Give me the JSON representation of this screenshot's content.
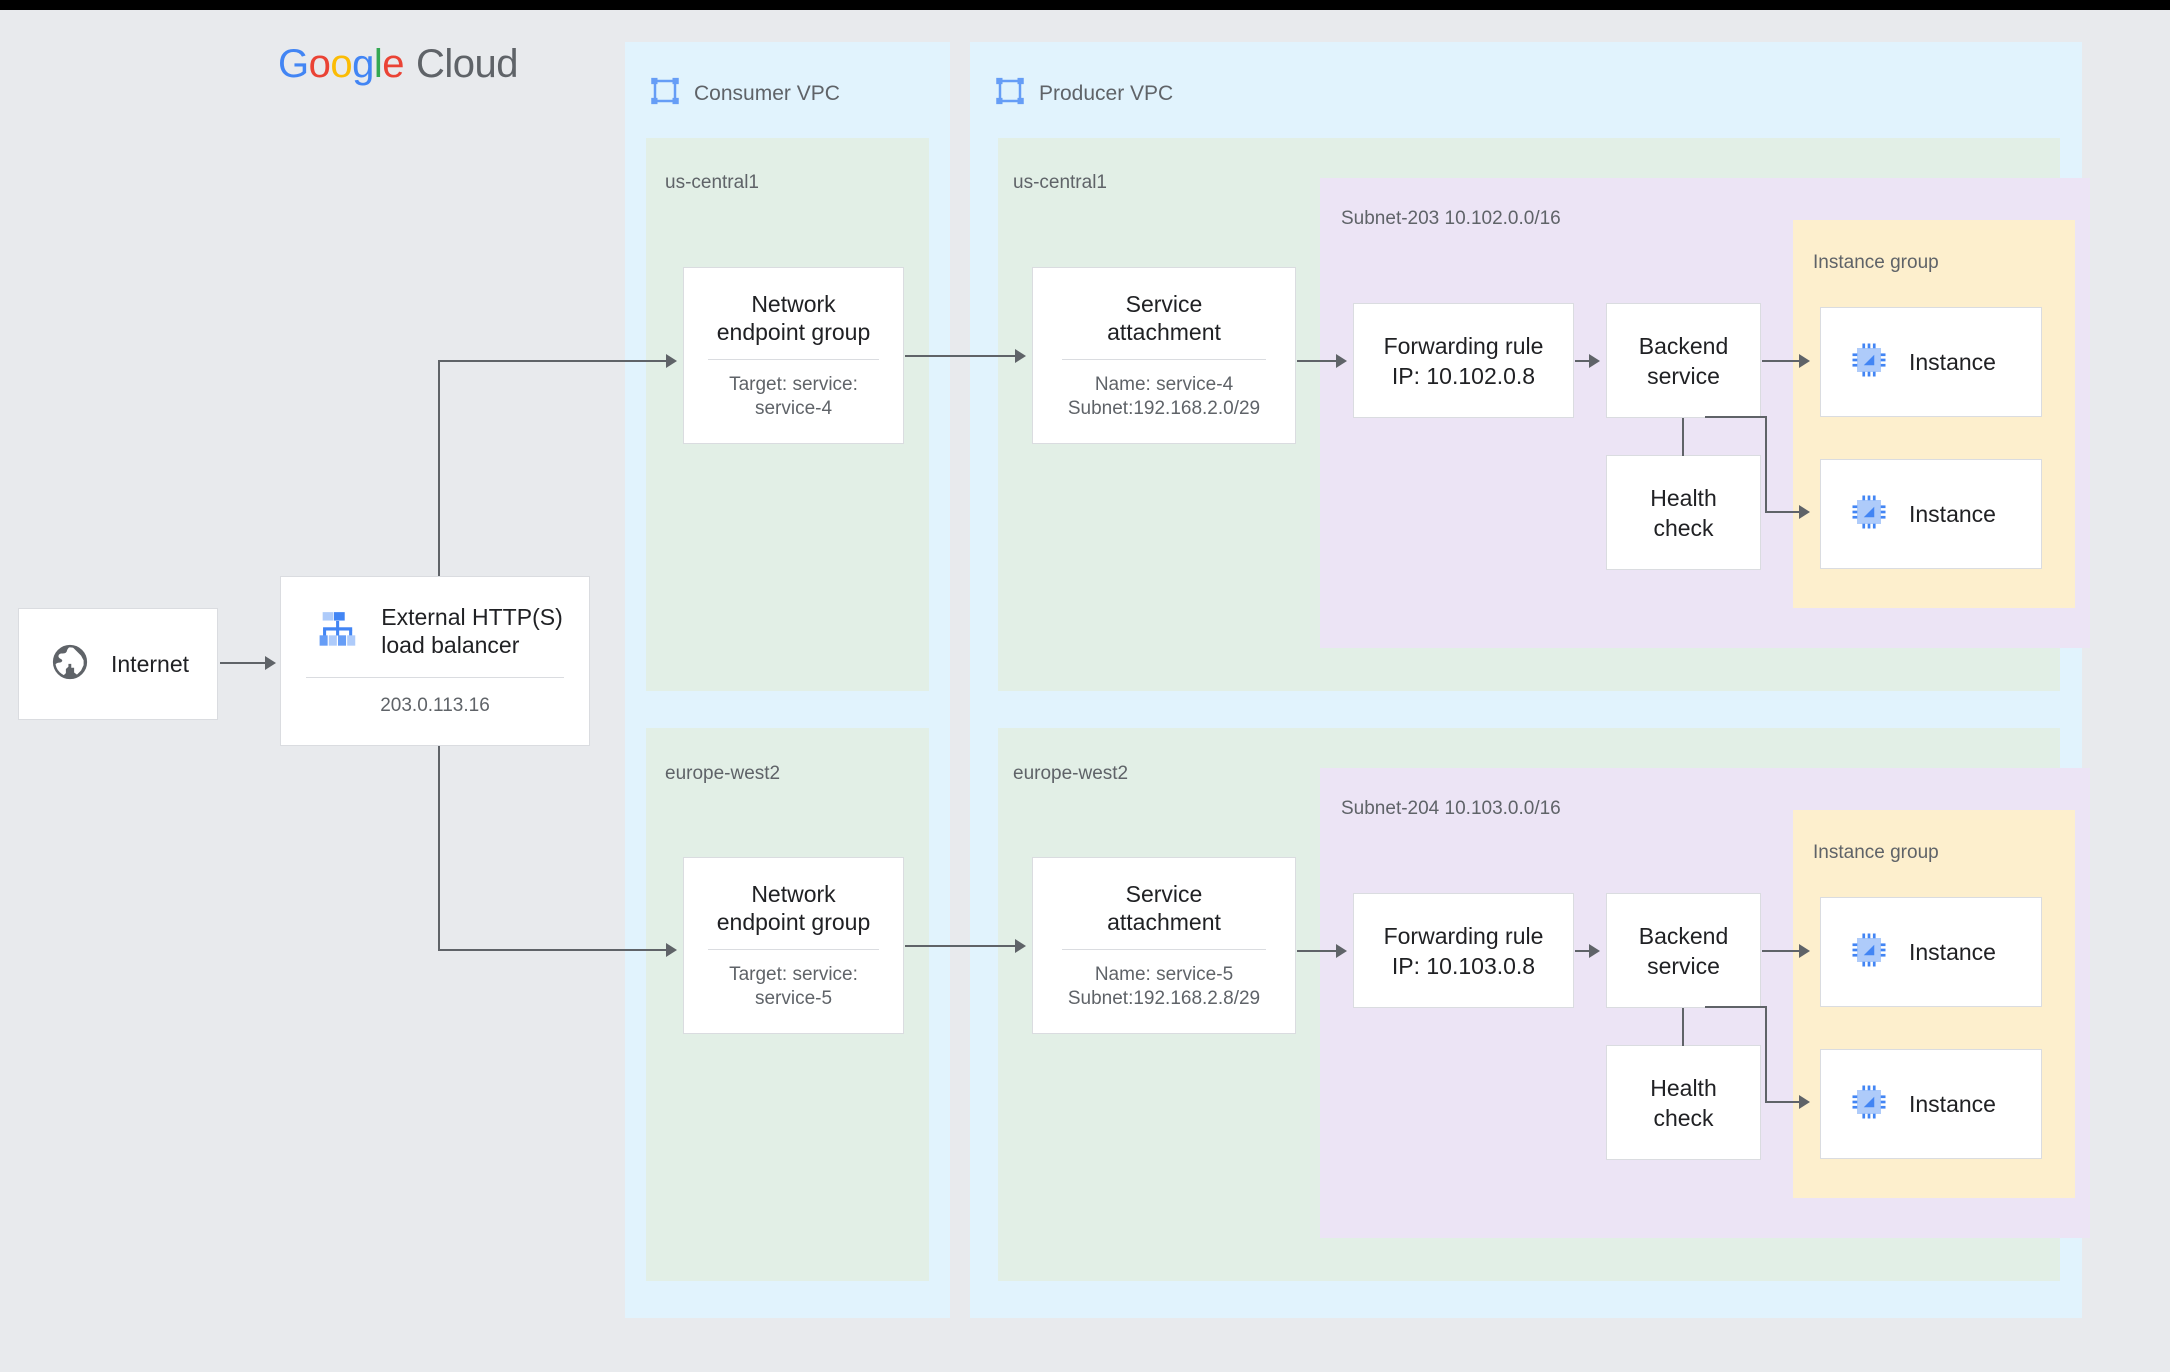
{
  "brand": {
    "google": [
      "G",
      "o",
      "o",
      "g",
      "l",
      "e"
    ],
    "cloud": "Cloud"
  },
  "internet": {
    "label": "Internet",
    "icon": "globe-icon"
  },
  "load_balancer": {
    "title": "External HTTP(S)\nload balancer",
    "ip": "203.0.113.16",
    "icon": "load-balancer-icon"
  },
  "consumer_vpc": {
    "title": "Consumer VPC",
    "icon": "vpc-icon",
    "regions": [
      {
        "name": "us-central1",
        "neg": {
          "title": "Network\nendpoint group",
          "sub": "Target: service:\nservice-4"
        }
      },
      {
        "name": "europe-west2",
        "neg": {
          "title": "Network\nendpoint group",
          "sub": "Target: service:\nservice-5"
        }
      }
    ]
  },
  "producer_vpc": {
    "title": "Producer VPC",
    "icon": "vpc-icon",
    "regions": [
      {
        "name": "us-central1",
        "service_attachment": {
          "title": "Service\nattachment",
          "sub": "Name: service-4\nSubnet:192.168.2.0/29"
        },
        "subnet": {
          "label": "Subnet-203\n10.102.0.0/16",
          "forwarding_rule": "Forwarding rule\nIP: 10.102.0.8",
          "backend_service": "Backend\nservice",
          "health_check": "Health\ncheck",
          "instance_group": {
            "label": "Instance group",
            "instances": [
              {
                "label": "Instance",
                "icon": "cpu-chip-icon"
              },
              {
                "label": "Instance",
                "icon": "cpu-chip-icon"
              }
            ]
          }
        }
      },
      {
        "name": "europe-west2",
        "service_attachment": {
          "title": "Service\nattachment",
          "sub": "Name: service-5\nSubnet:192.168.2.8/29"
        },
        "subnet": {
          "label": "Subnet-204\n10.103.0.0/16",
          "forwarding_rule": "Forwarding rule\nIP: 10.103.0.8",
          "backend_service": "Backend\nservice",
          "health_check": "Health\ncheck",
          "instance_group": {
            "label": "Instance group",
            "instances": [
              {
                "label": "Instance",
                "icon": "cpu-chip-icon"
              },
              {
                "label": "Instance",
                "icon": "cpu-chip-icon"
              }
            ]
          }
        }
      }
    ]
  },
  "colors": {
    "page_background": "#e8eaed",
    "vpc_panel": "#e1f3fd",
    "region_panel": "#e2efe6",
    "subnet_panel": "#ece4f5",
    "instance_group_panel": "#fdefcd",
    "card_background": "#ffffff",
    "card_border": "#dadce0",
    "connector": "#5f6368",
    "text_primary": "#202124",
    "text_secondary": "#5f6368",
    "accent_blue": "#4285F4",
    "accent_red": "#EA4335",
    "accent_yellow": "#FBBC05",
    "accent_green": "#34A853"
  }
}
